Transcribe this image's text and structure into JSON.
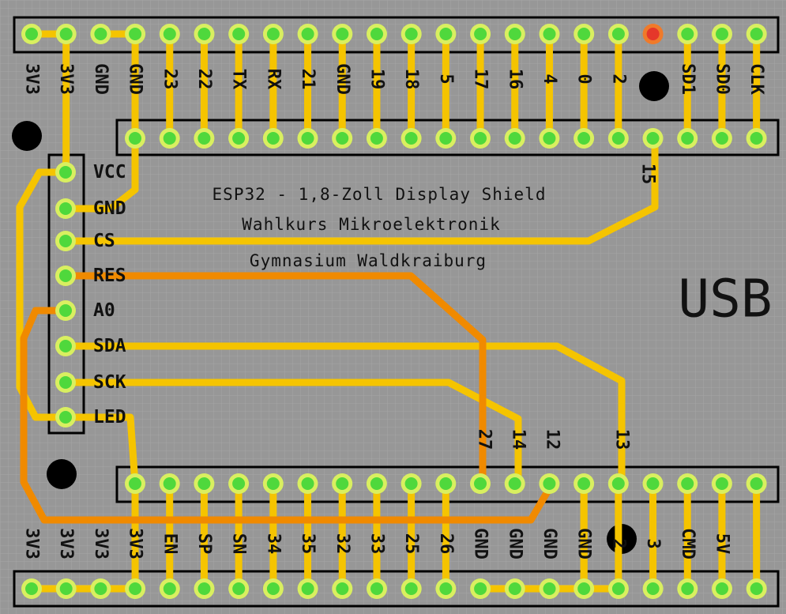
{
  "colors": {
    "background": "#979797",
    "grid": "#a6a6a6",
    "trace_yellow": "#f5c400",
    "trace_orange": "#f08a00",
    "pad_ring": "#d9ef60",
    "pad_center": "#4fd83c",
    "pad_red": "#e5372a",
    "outline": "#000000",
    "text": "#111111"
  },
  "title": {
    "line1": "ESP32 - 1,8-Zoll Display Shield",
    "line2": "Wahlkurs Mikroelektronik",
    "line3": "Gymnasium Waldkraiburg"
  },
  "usb_label": "USB",
  "top_header_labels": [
    "3V3",
    "3V3",
    "GND",
    "GND",
    "23",
    "22",
    "TX",
    "RX",
    "21",
    "GND",
    "19",
    "18",
    "5",
    "17",
    "16",
    "4",
    "0",
    "2",
    "",
    "SD1",
    "SD0",
    "CLK"
  ],
  "pin15_label": "15",
  "display_pins": [
    "VCC",
    "GND",
    "CS",
    "RES",
    "A0",
    "SDA",
    "SCK",
    "LED"
  ],
  "bottom_upper_labels": [
    "27",
    "14",
    "12",
    "13"
  ],
  "bottom_header_labels": [
    "3V3",
    "3V3",
    "3V3",
    "3V3",
    "EN",
    "SP",
    "SN",
    "34",
    "35",
    "32",
    "33",
    "25",
    "26",
    "GND",
    "GND",
    "GND",
    "GND",
    "2",
    "3",
    "CMD",
    "5V"
  ]
}
